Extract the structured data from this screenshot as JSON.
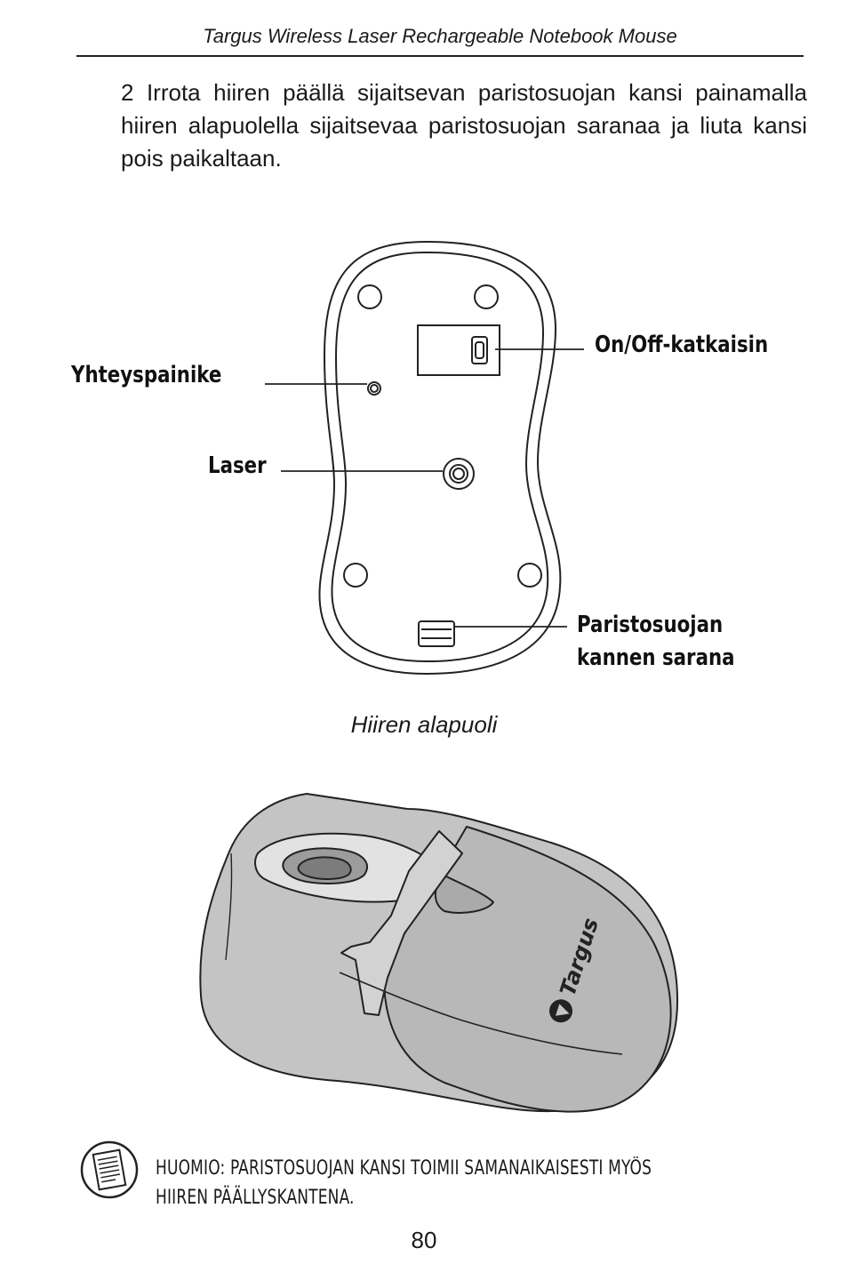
{
  "header": {
    "title": "Targus Wireless Laser Rechargeable Notebook Mouse"
  },
  "step": {
    "text": "2 Irrota hiiren päällä sijaitsevan paristosuojan kansi painamalla hiiren alapuolella sijaitsevaa paristosuojan saranaa ja liuta kansi pois paikaltaan."
  },
  "figure1": {
    "labels": {
      "connect": "Yhteyspainike",
      "laser": "Laser",
      "switch": "On/Off-katkaisin",
      "hinge_line1": "Paristosuojan",
      "hinge_line2": "kannen sarana"
    },
    "caption": "Hiiren alapuoli"
  },
  "figure2": {
    "logo_text": "Targus"
  },
  "note": {
    "text_line1": "HUOMIO: PARISTOSUOJAN KANSI TOIMII SAMANAIKAISESTI MYÖS",
    "text_line2": "HIIREN PÄÄLLYSKANTENA."
  },
  "footer": {
    "page_number": "80"
  }
}
